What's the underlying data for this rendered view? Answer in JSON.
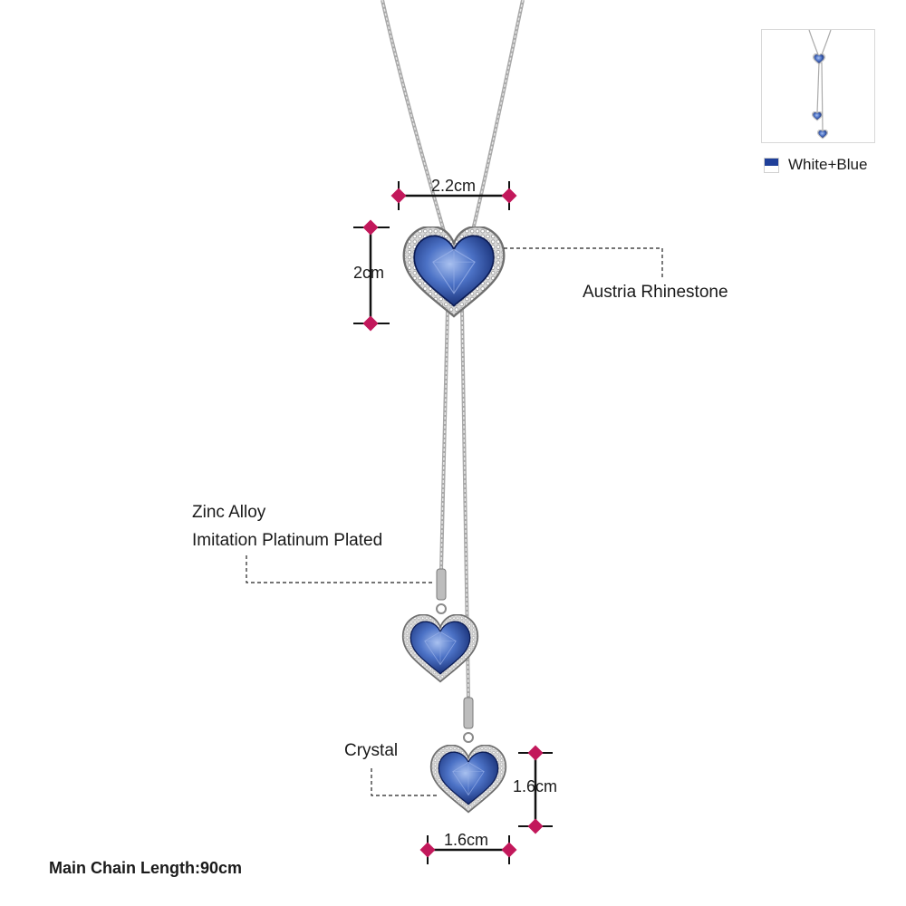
{
  "labels": {
    "rhinestone": "Austria Rhinestone",
    "alloy_line1": "Zinc Alloy",
    "alloy_line2": "Imitation Platinum Plated",
    "crystal": "Crystal"
  },
  "dimensions": {
    "top_width": "2.2cm",
    "top_height": "2cm",
    "bottom_height": "1.6cm",
    "bottom_width": "1.6cm"
  },
  "footer": {
    "chain_length": "Main Chain Length:90cm"
  },
  "variant": {
    "label": "White+Blue",
    "swatch_color": "#1f3f99"
  },
  "colors": {
    "stone": "#1c3a8f",
    "stone_light": "#6f90d8",
    "chain": "#9a9a9a",
    "marker": "#c2185b"
  }
}
